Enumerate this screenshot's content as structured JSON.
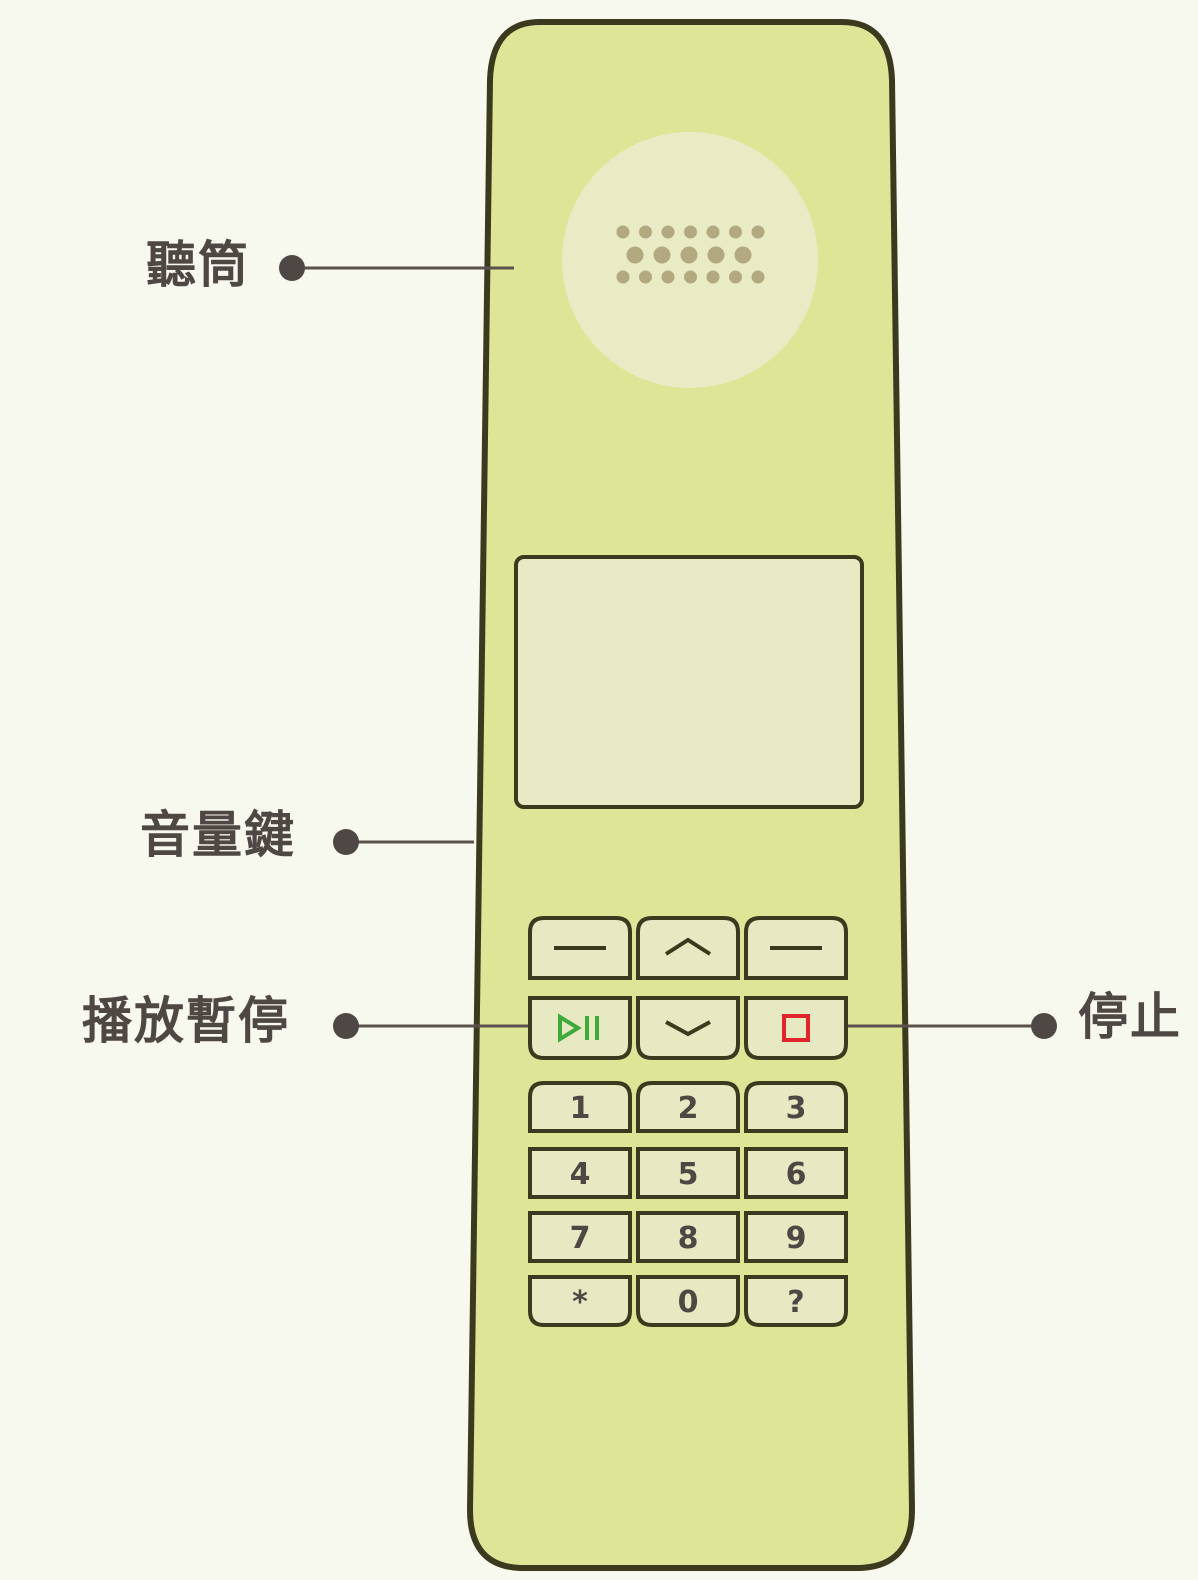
{
  "labels": {
    "earpiece": "聽筒",
    "volume": "音量鍵",
    "play_pause": "播放暫停",
    "stop": "停止"
  },
  "keypad": {
    "nav_row1": [
      "—",
      "^",
      "—"
    ],
    "nav_row2": [
      "play-pause",
      "v",
      "stop"
    ],
    "digits": [
      [
        "1",
        "2",
        "3"
      ],
      [
        "4",
        "5",
        "6"
      ],
      [
        "7",
        "8",
        "9"
      ],
      [
        "*",
        "0",
        "?"
      ]
    ]
  },
  "colors": {
    "background": "#f8f9ee",
    "phone_body": "#dfe597",
    "outline": "#3c3a1e",
    "earpiece_disc": "#e9ebc4",
    "screen": "#e8eac5",
    "key_face": "#e7e9c3",
    "speaker_dots": "#b3a981",
    "play_icon": "#3eaa3a",
    "stop_icon": "#e0262b",
    "callout": "#4f4743"
  }
}
